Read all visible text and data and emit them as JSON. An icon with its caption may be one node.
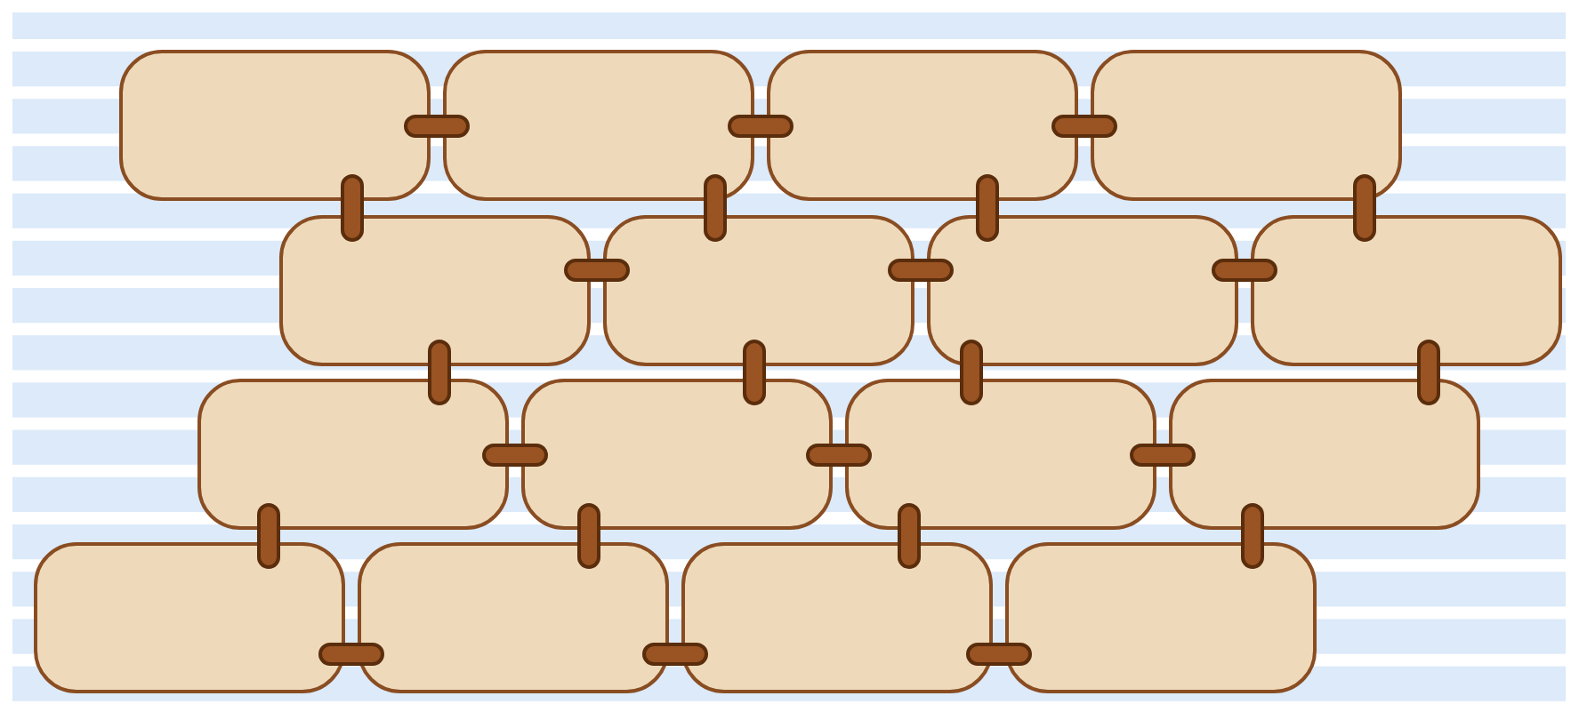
{
  "diagram": {
    "nodes": [
      {
        "text": [],
        "shape": "box"
      },
      {
        "text": [],
        "shape": "box"
      },
      {
        "text": [],
        "shape": "box"
      },
      {
        "text": [],
        "shape": "box"
      },
      {
        "text": [],
        "shape": "box"
      },
      {
        "text": [],
        "shape": "box"
      },
      {
        "text": [],
        "shape": "box"
      },
      {
        "text": [],
        "shape": "box"
      },
      {
        "text": [],
        "shape": "box"
      },
      {
        "text": [],
        "shape": "box"
      },
      {
        "text": [],
        "shape": "box"
      },
      {
        "text": [],
        "shape": "box"
      },
      {
        "text": [],
        "shape": "box"
      },
      {
        "text": [],
        "shape": "box"
      },
      {
        "text": [],
        "shape": "box"
      },
      {
        "text": [],
        "shape": "box"
      }
    ],
    "edges": [
      {
        "from": 0,
        "to": 1,
        "arrow": "none"
      },
      {
        "from": 1,
        "to": 2,
        "arrow": "none"
      },
      {
        "from": 2,
        "to": 3,
        "arrow": "none"
      },
      {
        "from": 0,
        "to": 4,
        "arrow": "none"
      },
      {
        "from": 1,
        "to": 5,
        "arrow": "none"
      },
      {
        "from": 2,
        "to": 6,
        "arrow": "none"
      },
      {
        "from": 3,
        "to": 7,
        "arrow": "none"
      },
      {
        "from": 4,
        "to": 5,
        "arrow": "none"
      },
      {
        "from": 5,
        "to": 6,
        "arrow": "none"
      },
      {
        "from": 6,
        "to": 7,
        "arrow": "none"
      },
      {
        "from": 4,
        "to": 8,
        "arrow": "none"
      },
      {
        "from": 5,
        "to": 9,
        "arrow": "none"
      },
      {
        "from": 6,
        "to": 10,
        "arrow": "none"
      },
      {
        "from": 7,
        "to": 11,
        "arrow": "none"
      },
      {
        "from": 8,
        "to": 9,
        "arrow": "none"
      },
      {
        "from": 9,
        "to": 10,
        "arrow": "none"
      },
      {
        "from": 10,
        "to": 11,
        "arrow": "none"
      },
      {
        "from": 8,
        "to": 12,
        "arrow": "none"
      },
      {
        "from": 9,
        "to": 13,
        "arrow": "none"
      },
      {
        "from": 10,
        "to": 14,
        "arrow": "none"
      },
      {
        "from": 11,
        "to": 15,
        "arrow": "none"
      },
      {
        "from": 12,
        "to": 13,
        "arrow": "none"
      },
      {
        "from": 13,
        "to": 14,
        "arrow": "none"
      },
      {
        "from": 14,
        "to": 15,
        "arrow": "none"
      }
    ]
  }
}
